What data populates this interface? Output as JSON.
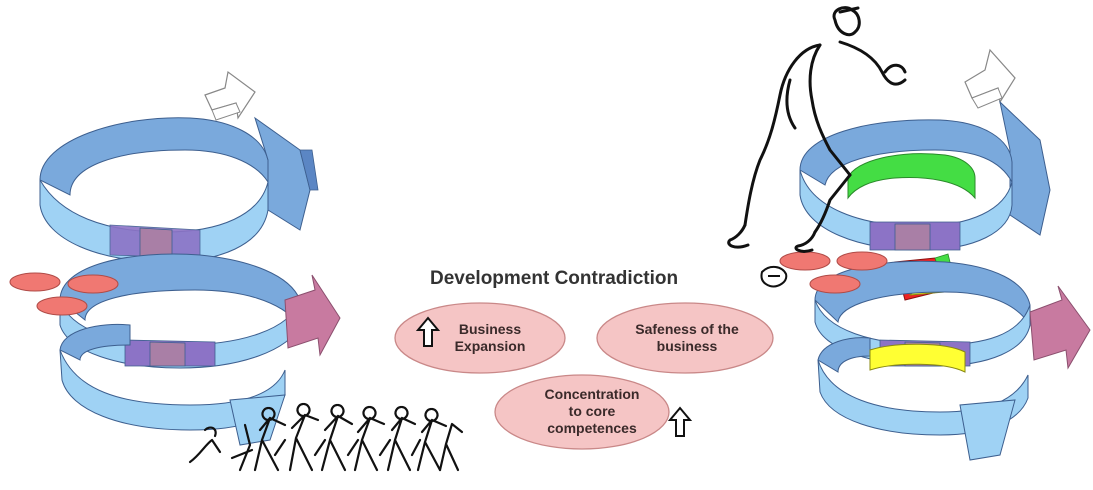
{
  "title": "Development Contradiction",
  "ovals": {
    "business_expansion": {
      "line1": "Business",
      "line2": "Expansion"
    },
    "safeness": {
      "line1": "Safeness of the",
      "line2": "business"
    },
    "concentration": {
      "line1": "Concentration",
      "line2": "to core",
      "line3": "competences"
    }
  },
  "colors": {
    "step_light": "#9fd2f4",
    "step_mid": "#7aa9dc",
    "step_dark": "#5b86c4",
    "step_purple": "#8c73c6",
    "step_mauve": "#a97fa6",
    "oval_fill": "#f5c5c5",
    "oval_stroke": "#c98888",
    "pad_fill": "#f07872",
    "green": "#44dd44",
    "yellow": "#ffff33",
    "red": "#ee2222",
    "arrow_pink": "#c87aa0",
    "text": "#333333"
  },
  "icons": [
    "up-arrow-icon",
    "walking-man-icon",
    "crowd-icon",
    "shoe-icon"
  ]
}
